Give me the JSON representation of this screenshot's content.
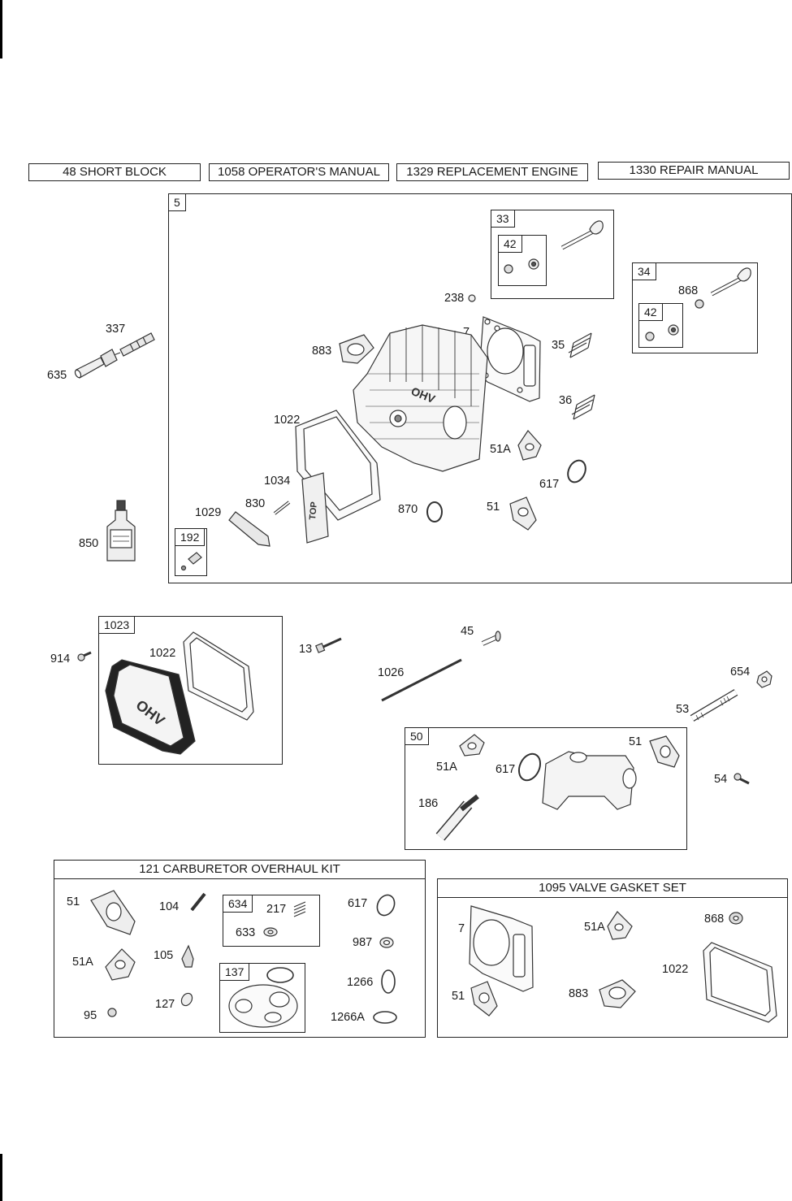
{
  "header_boxes": [
    "48 SHORT BLOCK",
    "1058 OPERATOR'S MANUAL",
    "1329 REPLACEMENT ENGINE",
    "1330 REPAIR MANUAL"
  ],
  "groups": {
    "g5": "5",
    "g33": "33",
    "g42a": "42",
    "g34": "34",
    "g42b": "42",
    "g192": "192",
    "g1023": "1023",
    "g50": "50",
    "g634": "634",
    "g137": "137"
  },
  "kits": {
    "carb": "121 CARBURETOR OVERHAUL KIT",
    "valve": "1095 VALVE GASKET SET"
  },
  "labels": {
    "p337": "337",
    "p635": "635",
    "p850": "850",
    "p238": "238",
    "p7": "7",
    "p883": "883",
    "p35": "35",
    "p868": "868",
    "p36": "36",
    "p1022": "1022",
    "p51A": "51A",
    "p617": "617",
    "p1034": "1034",
    "p830": "830",
    "p1029": "1029",
    "p870": "870",
    "p51": "51",
    "p914": "914",
    "p1022b": "1022",
    "p13": "13",
    "p45": "45",
    "p1026": "1026",
    "p654": "654",
    "p53": "53",
    "p51b": "51",
    "p51Ab": "51A",
    "p617b": "617",
    "p186": "186",
    "p54": "54",
    "c51": "51",
    "c104": "104",
    "c217": "217",
    "c617": "617",
    "c633": "633",
    "c987": "987",
    "c51A": "51A",
    "c105": "105",
    "c1266": "1266",
    "c95": "95",
    "c127": "127",
    "c1266A": "1266A",
    "v7": "7",
    "v51A": "51A",
    "v868": "868",
    "v1022": "1022",
    "v51": "51",
    "v883": "883"
  },
  "part_text": {
    "top_mark": "TOP",
    "ohv_mark": "OHV"
  }
}
